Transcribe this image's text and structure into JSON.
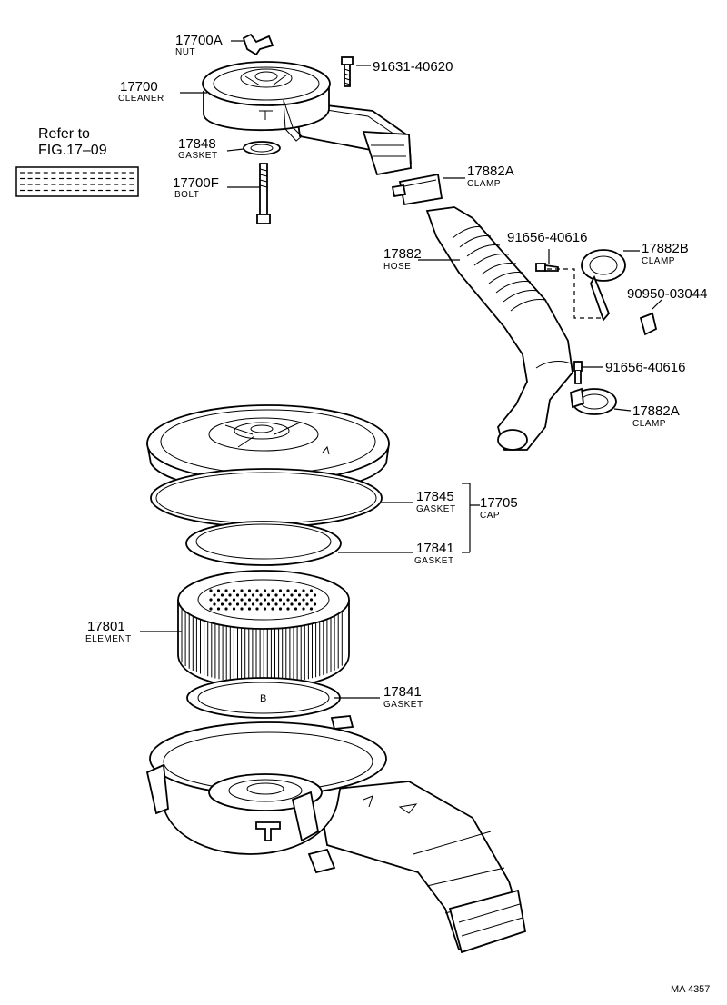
{
  "reference": {
    "line1": "Refer to",
    "line2": "FIG.17–09"
  },
  "drawing_code": "MA 4357",
  "inner_mark": "B",
  "callouts": {
    "nut": {
      "number": "17700A",
      "name": "NUT"
    },
    "bolt_top": {
      "number": "91631-40620",
      "name": ""
    },
    "cleaner": {
      "number": "17700",
      "name": "CLEANER"
    },
    "gasket_top": {
      "number": "17848",
      "name": "GASKET"
    },
    "bolt": {
      "number": "17700F",
      "name": "BOLT"
    },
    "clamp_a1": {
      "number": "17882A",
      "name": "CLAMP"
    },
    "hose": {
      "number": "17882",
      "name": "HOSE"
    },
    "screw_1": {
      "number": "91656-40616",
      "name": ""
    },
    "clamp_b": {
      "number": "17882B",
      "name": "CLAMP"
    },
    "clip": {
      "number": "90950-03044",
      "name": ""
    },
    "screw_2": {
      "number": "91656-40616",
      "name": ""
    },
    "clamp_a2": {
      "number": "17882A",
      "name": "CLAMP"
    },
    "gasket_845": {
      "number": "17845",
      "name": "GASKET"
    },
    "cap": {
      "number": "17705",
      "name": "CAP"
    },
    "gasket_841a": {
      "number": "17841",
      "name": "GASKET"
    },
    "element": {
      "number": "17801",
      "name": "ELEMENT"
    },
    "gasket_841b": {
      "number": "17841",
      "name": "GASKET"
    }
  }
}
